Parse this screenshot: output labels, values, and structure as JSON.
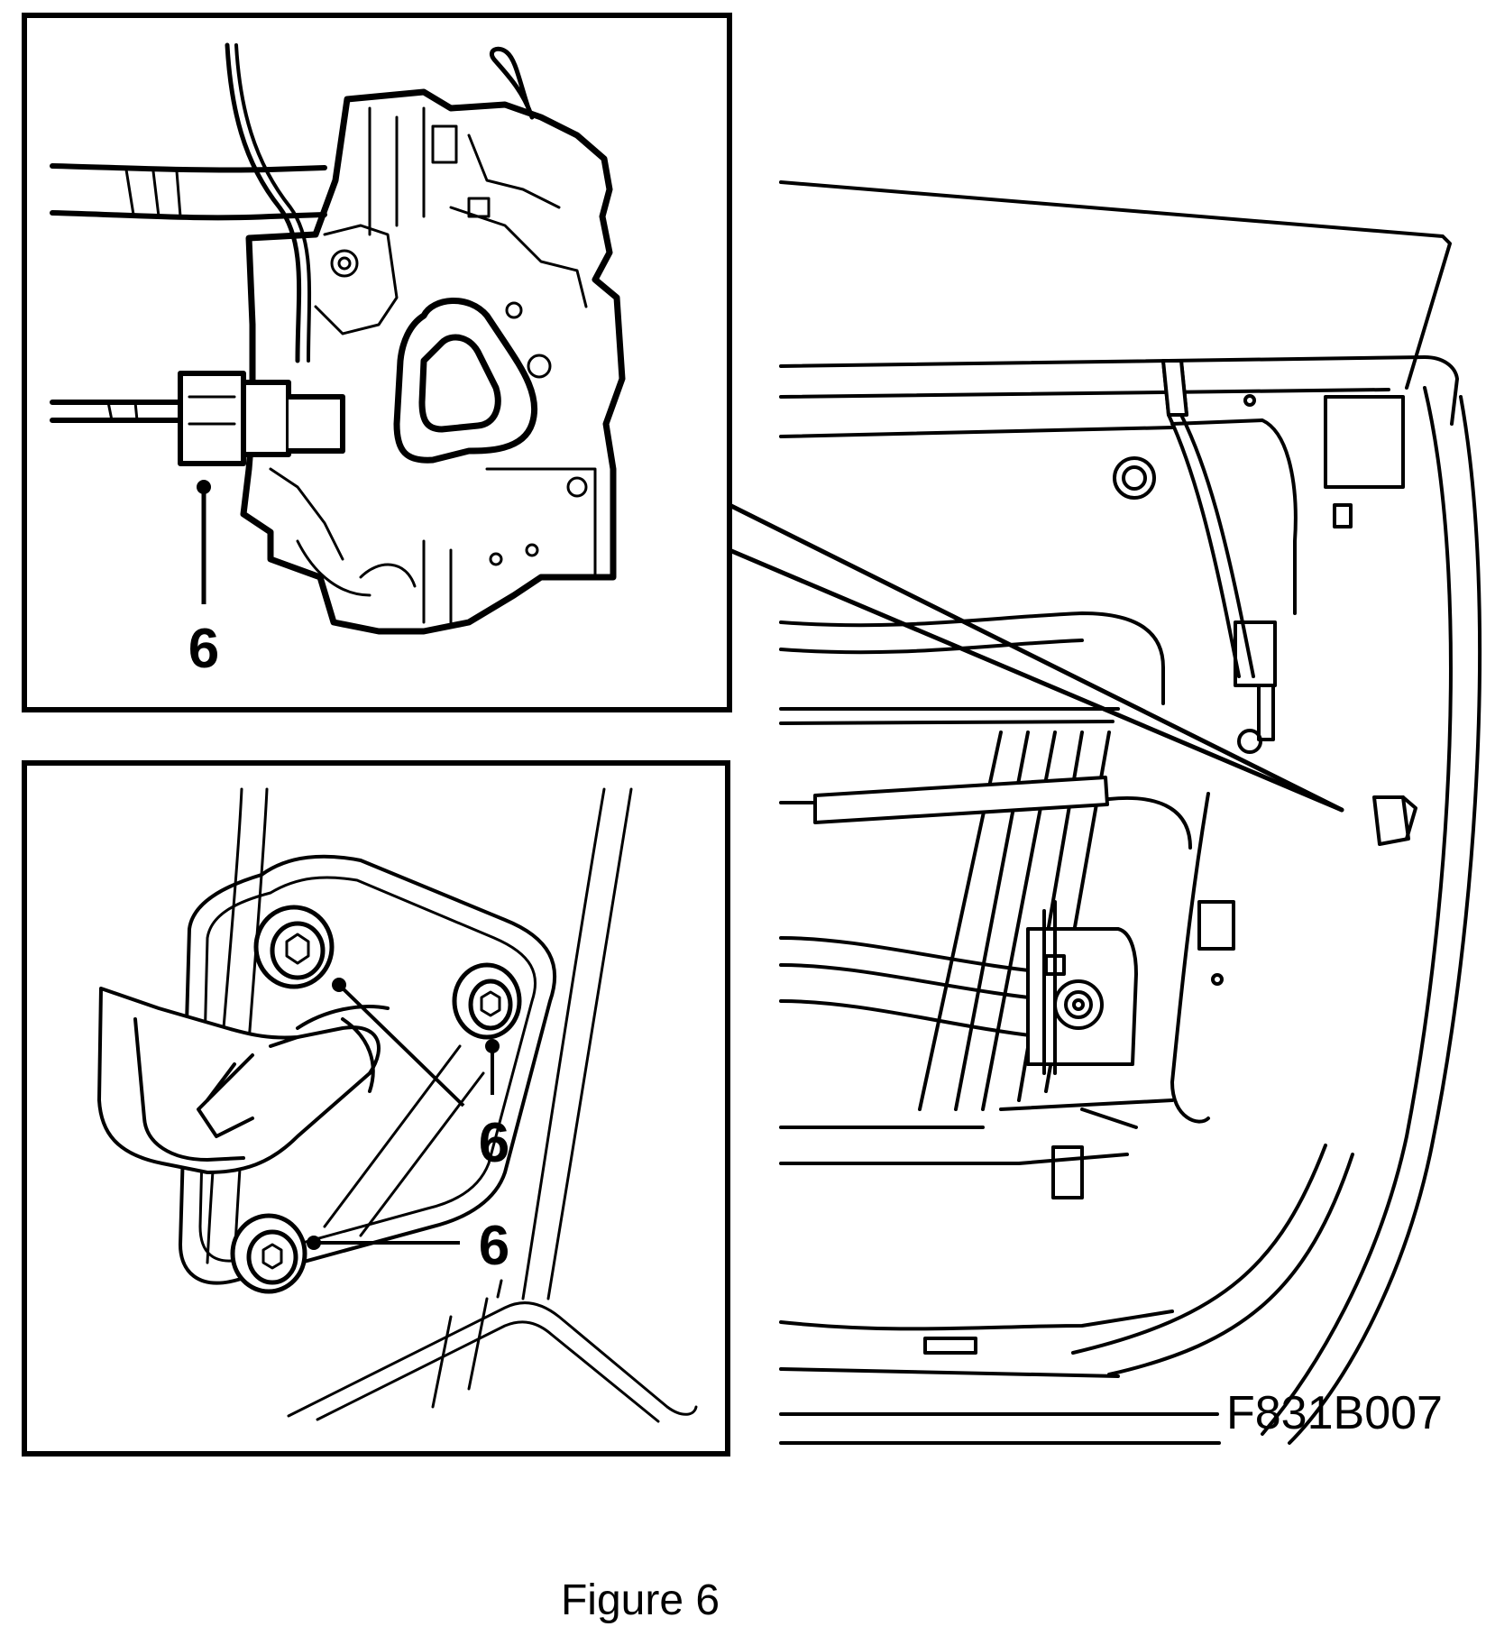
{
  "figure": {
    "caption": "Figure 6",
    "code": "F831B007",
    "callouts": {
      "top_inset": "6",
      "bottom_inset_upper": "6",
      "bottom_inset_lower": "6"
    }
  }
}
